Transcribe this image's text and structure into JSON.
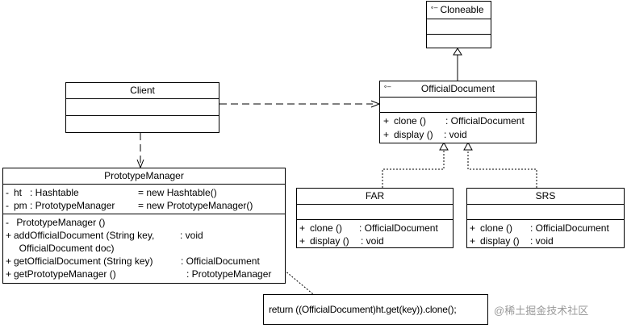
{
  "classes": {
    "cloneable": {
      "name": "Cloneable",
      "icon": "interface-icon"
    },
    "official_document": {
      "name": "OfficialDocument",
      "icon": "interface-icon",
      "operations": [
        {
          "vis": "+",
          "sig": "clone ()",
          "ret": ": OfficialDocument"
        },
        {
          "vis": "+",
          "sig": "display ()",
          "ret": ": void"
        }
      ]
    },
    "client": {
      "name": "Client"
    },
    "prototype_manager": {
      "name": "PrototypeManager",
      "attributes": [
        {
          "vis": "-",
          "name": "ht   : Hashtable",
          "init": "= new Hashtable()"
        },
        {
          "vis": "-",
          "name": "pm : PrototypeManager",
          "init": "= new PrototypeManager()"
        }
      ],
      "operations": [
        {
          "vis": "-",
          "sig": " PrototypeManager ()",
          "ret": ""
        },
        {
          "vis": "+",
          "sig": "addOfficialDocument (String key,",
          "ret": ": void"
        },
        {
          "vis": "",
          "sig": "  OfficialDocument doc)",
          "ret": ""
        },
        {
          "vis": "+",
          "sig": "getOfficialDocument (String key)",
          "ret": ": OfficialDocument"
        },
        {
          "vis": "+",
          "sig": "getPrototypeManager ()",
          "ret": ": PrototypeManager"
        }
      ]
    },
    "far": {
      "name": "FAR",
      "operations": [
        {
          "vis": "+",
          "sig": "clone ()",
          "ret": ": OfficialDocument"
        },
        {
          "vis": "+",
          "sig": "display ()",
          "ret": ": void"
        }
      ]
    },
    "srs": {
      "name": "SRS",
      "operations": [
        {
          "vis": "+",
          "sig": "clone ()",
          "ret": ": OfficialDocument"
        },
        {
          "vis": "+",
          "sig": "display ()",
          "ret": ": void"
        }
      ]
    }
  },
  "note": {
    "text": "return ((OfficialDocument)ht.get(key)).clone();"
  },
  "watermark": {
    "text": "@稀土掘金技术社区"
  },
  "colors": {
    "line": "#000000",
    "watermark": "#9a9a9a"
  }
}
